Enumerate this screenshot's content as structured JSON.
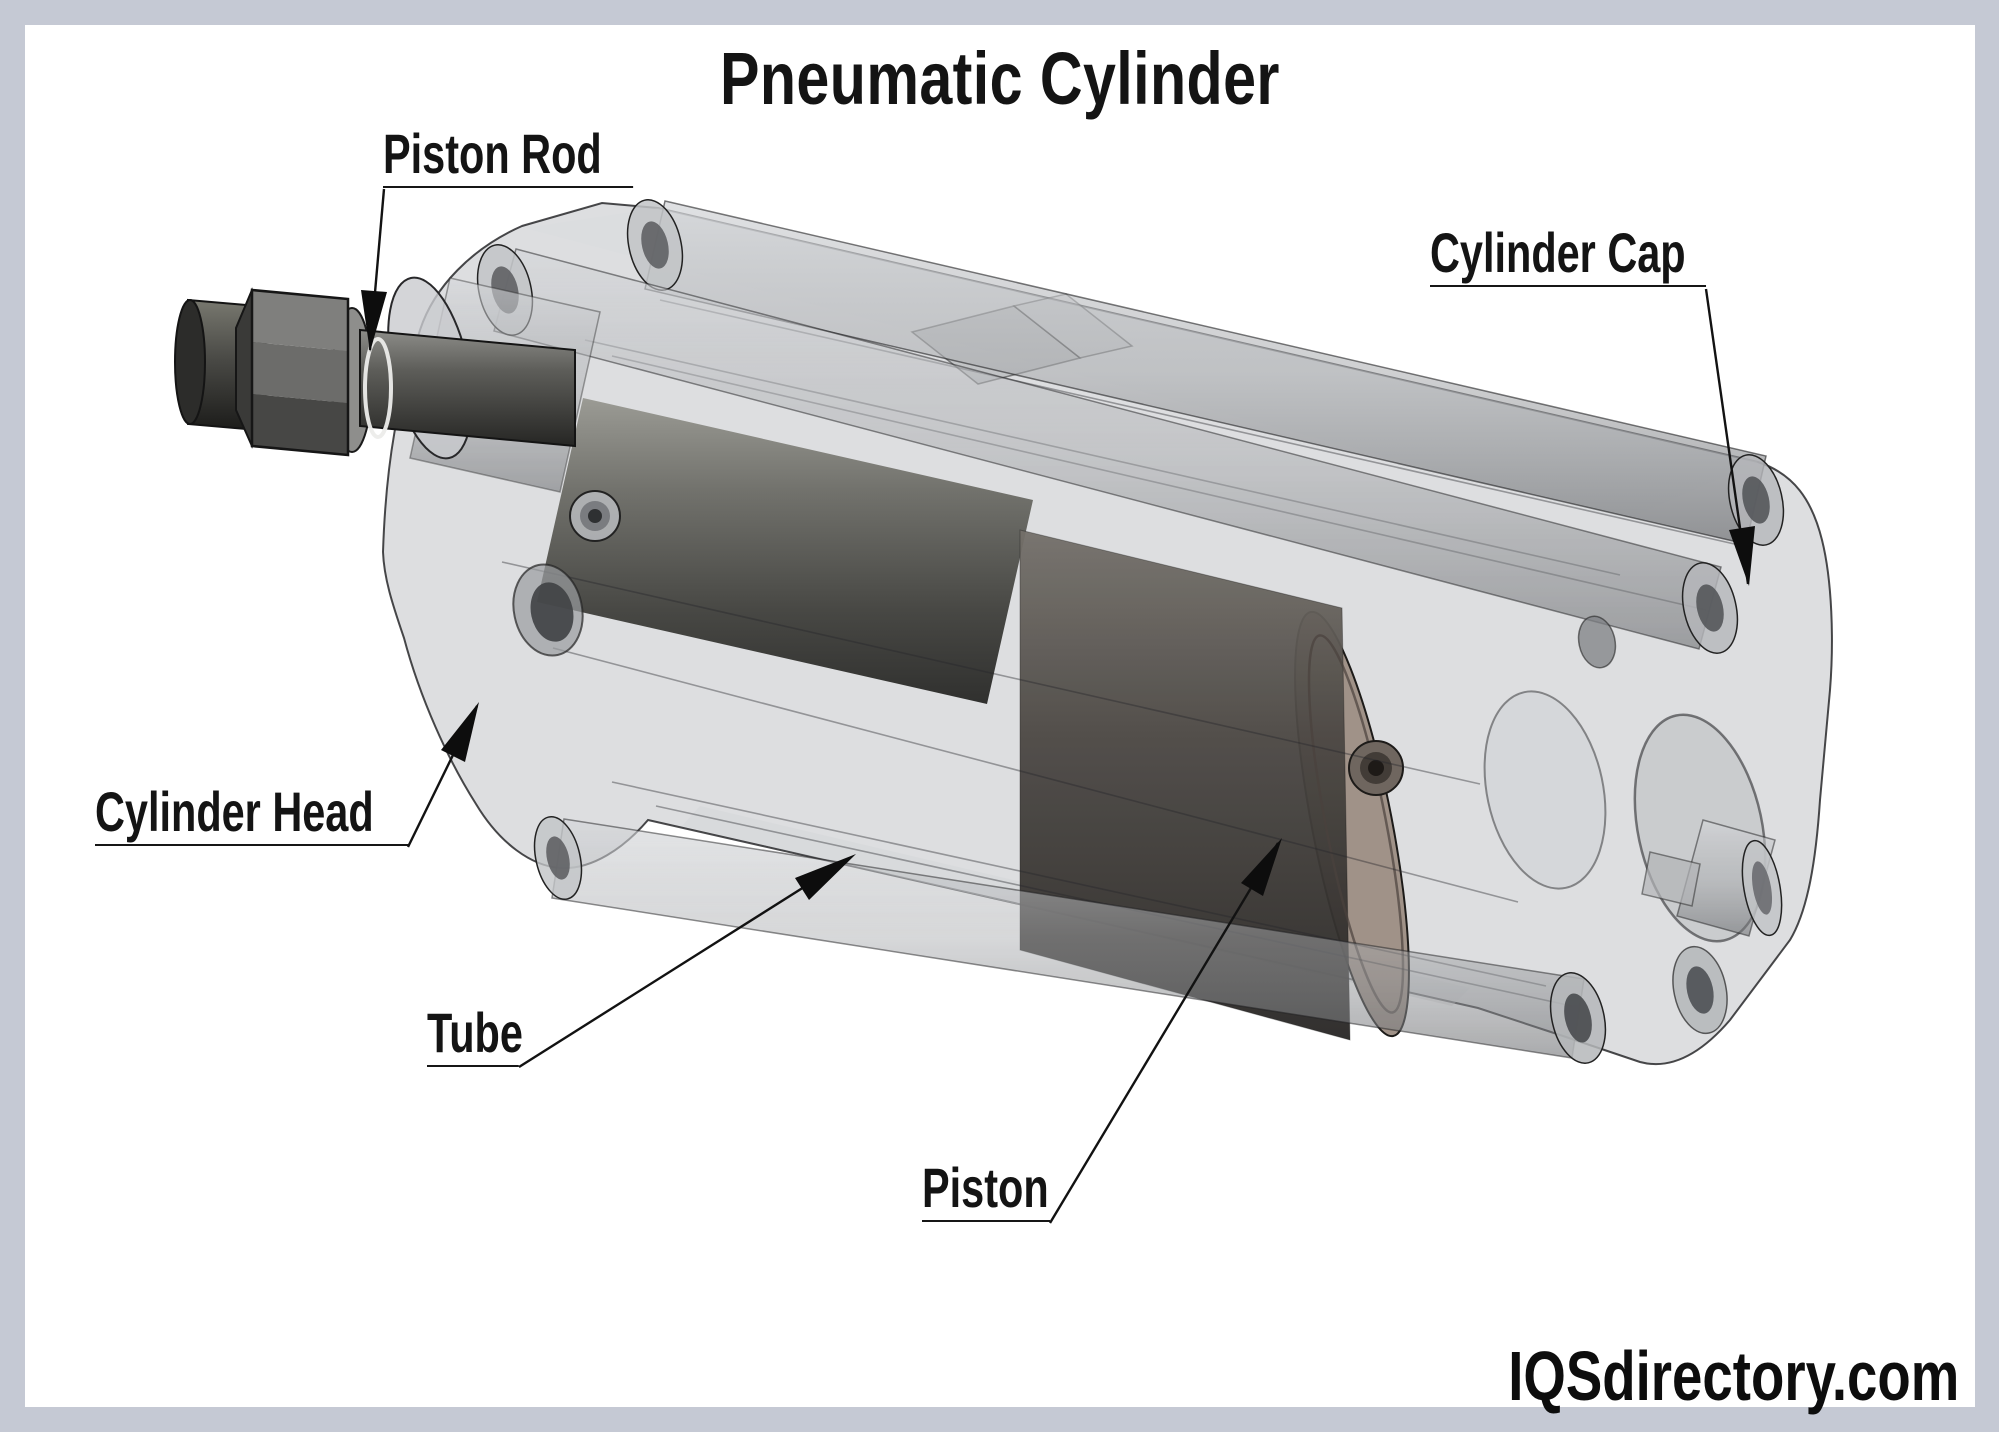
{
  "title": "Pneumatic Cylinder",
  "watermark": "IQSdirectory.com",
  "labels": [
    {
      "id": "piston-rod",
      "text": "Piston Rod"
    },
    {
      "id": "cylinder-cap",
      "text": "Cylinder Cap"
    },
    {
      "id": "cylinder-head",
      "text": "Cylinder Head"
    },
    {
      "id": "tube",
      "text": "Tube"
    },
    {
      "id": "piston",
      "text": "Piston"
    }
  ],
  "colors": {
    "frame_border": "#c5c9d4",
    "canvas_background": "#ffffff",
    "ink": "#141414",
    "body_translucent_gray": "#aeb1b6",
    "piston_dark_gray": "#3e3a37",
    "piston_face_tan": "#a09288",
    "rod_metal_gray": "#5a5854"
  }
}
